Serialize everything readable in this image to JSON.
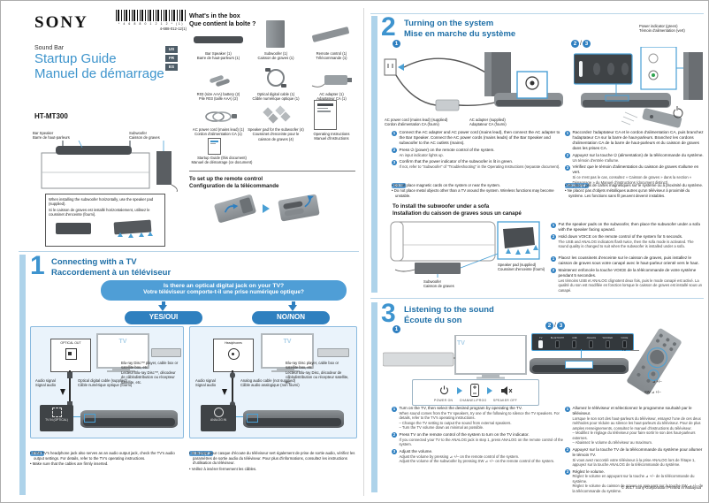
{
  "header": {
    "brand": "SONY",
    "barcode_digits": "* 4 6 8 8 0 1 2 1 2 * (1)",
    "part_number": "4-688-012-12(1)",
    "product_type": "Sound Bar",
    "title_en": "Startup Guide",
    "title_fr": "Manuel de démarrage",
    "model": "HT-MT300",
    "lang_badges": [
      "US",
      "FR",
      "ES"
    ]
  },
  "placement": {
    "bar_speaker_en": "Bar Speaker",
    "bar_speaker_fr": "Barre de haut-parleurs",
    "subwoofer_en": "Subwoofer",
    "subwoofer_fr": "Caisson de graves",
    "note_en": "When installing the subwoofer horizontally, use the speaker pad (supplied).",
    "note_fr": "Si le caisson de graves est installé horizontalement, utilisez le coussinet d'enceinte (fourni)."
  },
  "box": {
    "heading_en": "What's in the box",
    "heading_fr": "Que contient la boîte ?",
    "items": [
      {
        "en": "Bar Speaker (1)",
        "fr": "Barre de haut-parleurs (1)"
      },
      {
        "en": "Subwoofer (1)",
        "fr": "Caisson de graves (1)"
      },
      {
        "en": "Remote control (1)",
        "fr": "Télécommande (1)"
      },
      {
        "en": "R03 (size AAA) battery (2)",
        "fr": "Pile R03 (taille AAA) (2)"
      },
      {
        "en": "Optical digital cable (1)",
        "fr": "Câble numérique optique (1)"
      },
      {
        "en": "AC adapter (1)",
        "fr": "Adaptateur CA (1)"
      },
      {
        "en": "AC power cord (mains lead) (1)",
        "fr": "Cordon d'alimentation CA (1)"
      },
      {
        "en": "Speaker pad for the subwoofer (4)",
        "fr": "Coussinet d'enceinte pour le caisson de graves (4)"
      },
      {
        "en": "Operating Instructions",
        "fr": "Manuel d'instructions"
      },
      {
        "en": "Startup Guide (this document)",
        "fr": "Manuel de démarrage (ce document)"
      }
    ],
    "remote_setup_en": "To set up the remote control",
    "remote_setup_fr": "Configuration de la télécommande"
  },
  "section1": {
    "number": "1",
    "title_en": "Connecting with a TV",
    "title_fr": "Raccordement à un téléviseur",
    "question_en": "Is there an optical digital jack on your TV?",
    "question_fr": "Votre téléviseur comporte-t-il une prise numérique optique?",
    "yes_label": "YES/OUI",
    "no_label": "NO/NON",
    "yes": {
      "jack_label": "OPTICAL OUT",
      "tv_label": "TV",
      "device_en": "Blu-ray Disc™ player, cable box or satellite box, etc.",
      "device_fr": "Lecteur Blu-ray Disc™, décodeur de câblodistribution ou récepteur satellite, etc.",
      "signal_en": "Audio signal",
      "signal_fr": "Signal audio",
      "cable_en": "Optical digital cable (supplied)",
      "cable_fr": "Câble numérique optique (fourni)",
      "input_label": "TV IN (OPTICAL)"
    },
    "no": {
      "jack_label": "Headphones",
      "tv_label": "TV",
      "device_en": "Blu-ray Disc player, cable box or satellite box, etc.",
      "device_fr": "Lecteur Blu-ray Disc, décodeur de câblodistribution ou récepteur satellite, etc.",
      "signal_en": "Audio signal",
      "signal_fr": "Signal audio",
      "cable_en": "Analog audio cable (not supplied)",
      "cable_fr": "Câble audio analogique (non fourni)",
      "input_label": "ANALOG IN"
    },
    "note_label_en": "Note",
    "note_label_fr": "Remarque",
    "notes_en": [
      "If the TV's headphone jack also serves as an audio output jack, check the TV's audio output settings. For details, refer to the TV's operating instructions.",
      "Make sure that the cables are firmly inserted."
    ],
    "notes_fr": [
      "Si la prise pour casque d'écoute du téléviseur sert également de prise de sortie audio, vérifiez les paramètres de sortie audio du téléviseur. Pour plus d'informations, consultez les instructions d'utilisation du téléviseur.",
      "Veillez à insérer fermement les câbles."
    ]
  },
  "section2": {
    "number": "2",
    "title_en": "Turning on the system",
    "title_fr": "Mise en marche du système",
    "marker1": "1",
    "marker2": "2",
    "marker3": "3",
    "power_cord_en": "AC power cord (mains lead) (supplied)",
    "power_cord_fr": "Cordon d'alimentation CA (fourni)",
    "adapter_en": "AC adapter (supplied)",
    "adapter_fr": "Adaptateur CA (fourni)",
    "indicator_en": "Power indicator (green)",
    "indicator_fr": "Témoin d'alimentation (vert)",
    "steps_en": [
      {
        "n": "1",
        "text": "Connect the AC adapter and AC power cord (mains lead), then connect the AC adapter to the Bar Speaker. Connect the AC power cords (mains leads) of the Bar Speaker and subwoofer to the AC outlets (mains).",
        "sub": ""
      },
      {
        "n": "2",
        "text": "Press ⏻ (power) on the remote control of the system.",
        "sub": "An input indicator lights up."
      },
      {
        "n": "3",
        "text": "Confirm that the power indicator of the subwoofer is lit in green.",
        "sub": "If not, refer to “Subwoofer” of “Troubleshooting” in the Operating Instructions (separate document)."
      }
    ],
    "steps_fr": [
      {
        "n": "1",
        "text": "Raccordez l'adaptateur CA et le cordon d'alimentation CA, puis branchez l'adaptateur CA sur la barre de haut-parleurs. Branchez les cordons d'alimentation CA de la barre de haut-parleurs et du caisson de graves dans les prises CA.",
        "sub": ""
      },
      {
        "n": "2",
        "text": "Appuyez sur la touche ⏻ (alimentation) de la télécommande du système.",
        "sub": "Un témoin d'entrée s'allume."
      },
      {
        "n": "3",
        "text": "Vérifiez que le témoin d'alimentation du caisson de graves s'allume en vert.",
        "sub": "Si ce n'est pas le cas, consultez « Caisson de graves » dans la section « Dépannage » du Manuel d'instructions (document distinct)."
      }
    ],
    "note_label_en": "Note",
    "note_label_fr": "Remarque",
    "notes_en": [
      "Do not place magnetic cards on the system or near the system.",
      "Do not place metal objects other than a TV around the system. Wireless functions may become unstable."
    ],
    "notes_fr": [
      "Ne placez pas de cartes magnétiques sur le système ou à proximité du système.",
      "Ne placez pas d'objets métalliques autres qu'un téléviseur à proximité du système. Les fonctions sans fil peuvent devenir instables."
    ],
    "sofa": {
      "heading_en": "To install the subwoofer under a sofa",
      "heading_fr": "Installation du caisson de graves sous un canapé",
      "pad_en": "Speaker pad (supplied)",
      "pad_fr": "Coussinet d'enceinte (fourni)",
      "subwoofer_en": "Subwoofer",
      "subwoofer_fr": "Caisson de graves",
      "steps_en": [
        {
          "n": "1",
          "text": "Put the speaker pads on the subwoofer, then place the subwoofer under a sofa with the speaker facing upward.",
          "sub": ""
        },
        {
          "n": "2",
          "text": "Hold down VOICE on the remote control of the system for 5 seconds.",
          "sub": "The USB and ANALOG indicators flash twice, then the sofa mode is activated. The sound quality is changed to suit when the subwoofer is installed under a sofa."
        }
      ],
      "steps_fr": [
        {
          "n": "1",
          "text": "Placez les coussinets d'enceinte sur le caisson de graves, puis installez le caisson de graves sous votre canapé avec le haut-parleur orienté vers le haut.",
          "sub": ""
        },
        {
          "n": "2",
          "text": "Maintenez enfoncée la touche VOICE de la télécommande de votre système pendant 5 secondes.",
          "sub": "Les témoins USB et ANALOG clignotent deux fois, puis le mode canapé est activé. La qualité du son est modifiée en fonction lorsque le caisson de graves est installé sous un canapé."
        }
      ]
    }
  },
  "section3": {
    "number": "3",
    "title_en": "Listening to the sound",
    "title_fr": "Écoute du son",
    "marker1": "1",
    "marker2": "2",
    "marker3": "3",
    "tv_label": "TV",
    "icon_caption": "POWER ON      CHANNEL/PROG      SPEAKER OFF",
    "indicators": [
      "TV",
      "BLUETOOTH",
      "USB",
      "ANALOG",
      "WOOFER",
      "VOICE"
    ],
    "remote_tv_label": "TV",
    "remote_vol_label": "⊿ +/–",
    "remote_sw_label": "SW ⊿ +/–",
    "steps_en": [
      {
        "n": "1",
        "text": "Turn on the TV, then select the desired program by operating the TV.",
        "sub": "When sound comes from the TV speakers, try one of the following to silence the TV speakers. For details, refer to the TV's operating instructions.\n– Change the TV setting to output the sound from external speakers.\n– Turn the TV volume down as minimal as possible."
      },
      {
        "n": "2",
        "text": "Press TV on the remote control of the system to turn on the TV indicator.",
        "sub": "If you connected your TV to the ANALOG jack in step 1, press ANALOG on the remote control of the system."
      },
      {
        "n": "3",
        "text": "Adjust the volume.",
        "sub": "Adjust the volume by pressing ⊿ +/– on the remote control of the system.\nAdjust the volume of the subwoofer by pressing SW ⊿ +/– on the remote control of the system."
      }
    ],
    "steps_fr": [
      {
        "n": "1",
        "text": "Allumez le téléviseur et sélectionnez le programme souhaité par le téléviseur.",
        "sub": "Lorsque le son sort des haut-parleurs du téléviseur, essayez l'une de ces deux méthodes pour réduire au silence les haut-parleurs du téléviseur. Pour de plus amples renseignements, consultez le manuel d'instructions du téléviseur.\n– Modifiez le réglage du téléviseur pour faire sortir le son des haut-parleurs externes.\n– Abaissez le volume du téléviseur au maximum."
      },
      {
        "n": "2",
        "text": "Appuyez sur la touche TV de la télécommande du système pour allumer le témoin TV.",
        "sub": "Si vous avez raccordé votre téléviseur à la prise ANALOG lors de l'étape 1, appuyez sur la touche ANALOG de la télécommande du système."
      },
      {
        "n": "3",
        "text": "Réglez le volume.",
        "sub": "Réglez le volume en appuyant sur la touche ⊿ +/– de la télécommande du système.\nRéglez le volume du caisson de graves en appuyant sur la touche SW ⊿ +/– de la télécommande du système."
      }
    ],
    "copyright": "© 2017 Sony Corporation   Printed in Malaysia"
  }
}
